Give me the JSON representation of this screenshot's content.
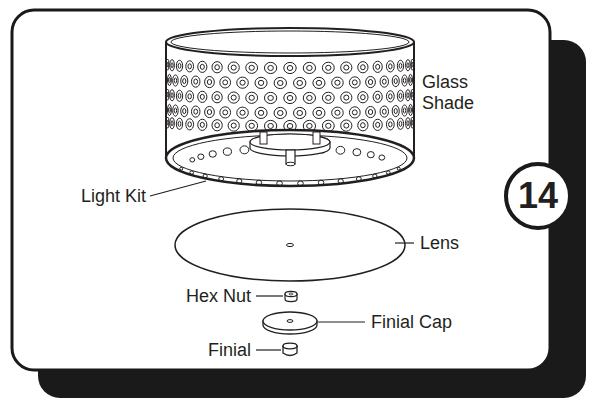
{
  "diagram": {
    "nodes": [
      {
        "text": [
          "14"
        ]
      }
    ],
    "labels": [
      "Glass Shade",
      "Light Kit",
      "Lens",
      "Hex Nut",
      "Finial Cap",
      "Finial"
    ]
  }
}
